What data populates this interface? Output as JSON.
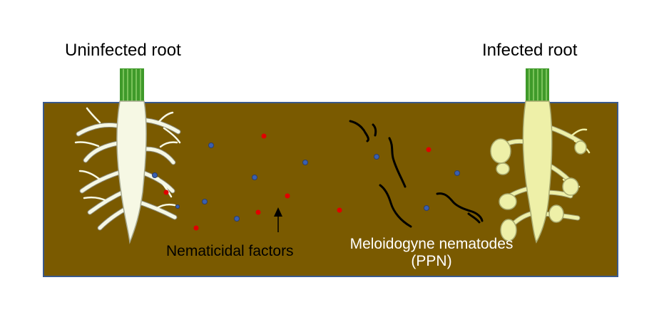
{
  "labels": {
    "uninfected_root": "Uninfected root",
    "infected_root": "Infected root",
    "nematicidal_factors": "Nematicidal factors",
    "nematodes_line1": "Meloidogyne nematodes",
    "nematodes_line2": "(PPN)"
  },
  "colors": {
    "soil_fill": "#7a5a00",
    "soil_border": "#3a5a8c",
    "healthy_root": "#f6f8e4",
    "infected_root": "#eef0a8",
    "stem_green": "#3f9a2a",
    "red_particle": "#e00000",
    "blue_particle": "#3a5fb0",
    "nematode": "#000000"
  },
  "particles": {
    "red_count": 7,
    "blue_count": 10
  },
  "nematodes": {
    "count": 6
  }
}
